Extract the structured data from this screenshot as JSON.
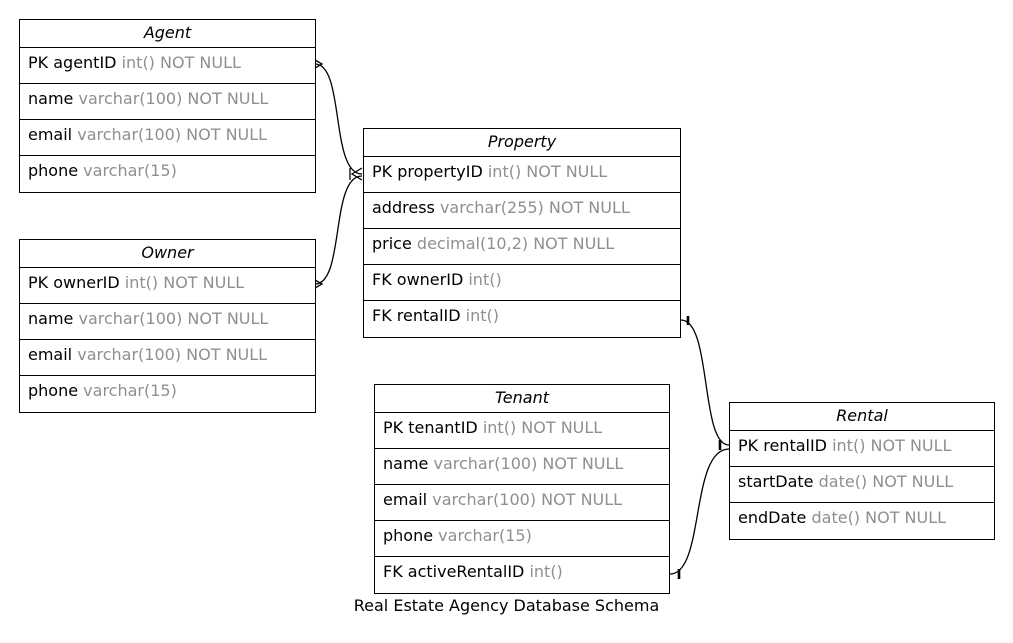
{
  "caption": "Real Estate Agency Database Schema",
  "entities": {
    "agent": {
      "name": "Agent",
      "fields": [
        {
          "name": "PK agentID",
          "type": "int() NOT NULL"
        },
        {
          "name": "name",
          "type": "varchar(100) NOT NULL"
        },
        {
          "name": "email",
          "type": "varchar(100) NOT NULL"
        },
        {
          "name": "phone",
          "type": "varchar(15)"
        }
      ]
    },
    "owner": {
      "name": "Owner",
      "fields": [
        {
          "name": "PK ownerID",
          "type": "int() NOT NULL"
        },
        {
          "name": "name",
          "type": "varchar(100) NOT NULL"
        },
        {
          "name": "email",
          "type": "varchar(100) NOT NULL"
        },
        {
          "name": "phone",
          "type": "varchar(15)"
        }
      ]
    },
    "property": {
      "name": "Property",
      "fields": [
        {
          "name": "PK propertyID",
          "type": "int() NOT NULL"
        },
        {
          "name": "address",
          "type": "varchar(255) NOT NULL"
        },
        {
          "name": "price",
          "type": "decimal(10,2) NOT NULL"
        },
        {
          "name": "FK ownerID",
          "type": "int()"
        },
        {
          "name": "FK rentalID",
          "type": "int()"
        }
      ]
    },
    "tenant": {
      "name": "Tenant",
      "fields": [
        {
          "name": "PK tenantID",
          "type": "int() NOT NULL"
        },
        {
          "name": "name",
          "type": "varchar(100) NOT NULL"
        },
        {
          "name": "email",
          "type": "varchar(100) NOT NULL"
        },
        {
          "name": "phone",
          "type": "varchar(15)"
        },
        {
          "name": "FK activeRentalID",
          "type": "int()"
        }
      ]
    },
    "rental": {
      "name": "Rental",
      "fields": [
        {
          "name": "PK rentalID",
          "type": "int() NOT NULL"
        },
        {
          "name": "startDate",
          "type": "date() NOT NULL"
        },
        {
          "name": "endDate",
          "type": "date() NOT NULL"
        }
      ]
    }
  }
}
